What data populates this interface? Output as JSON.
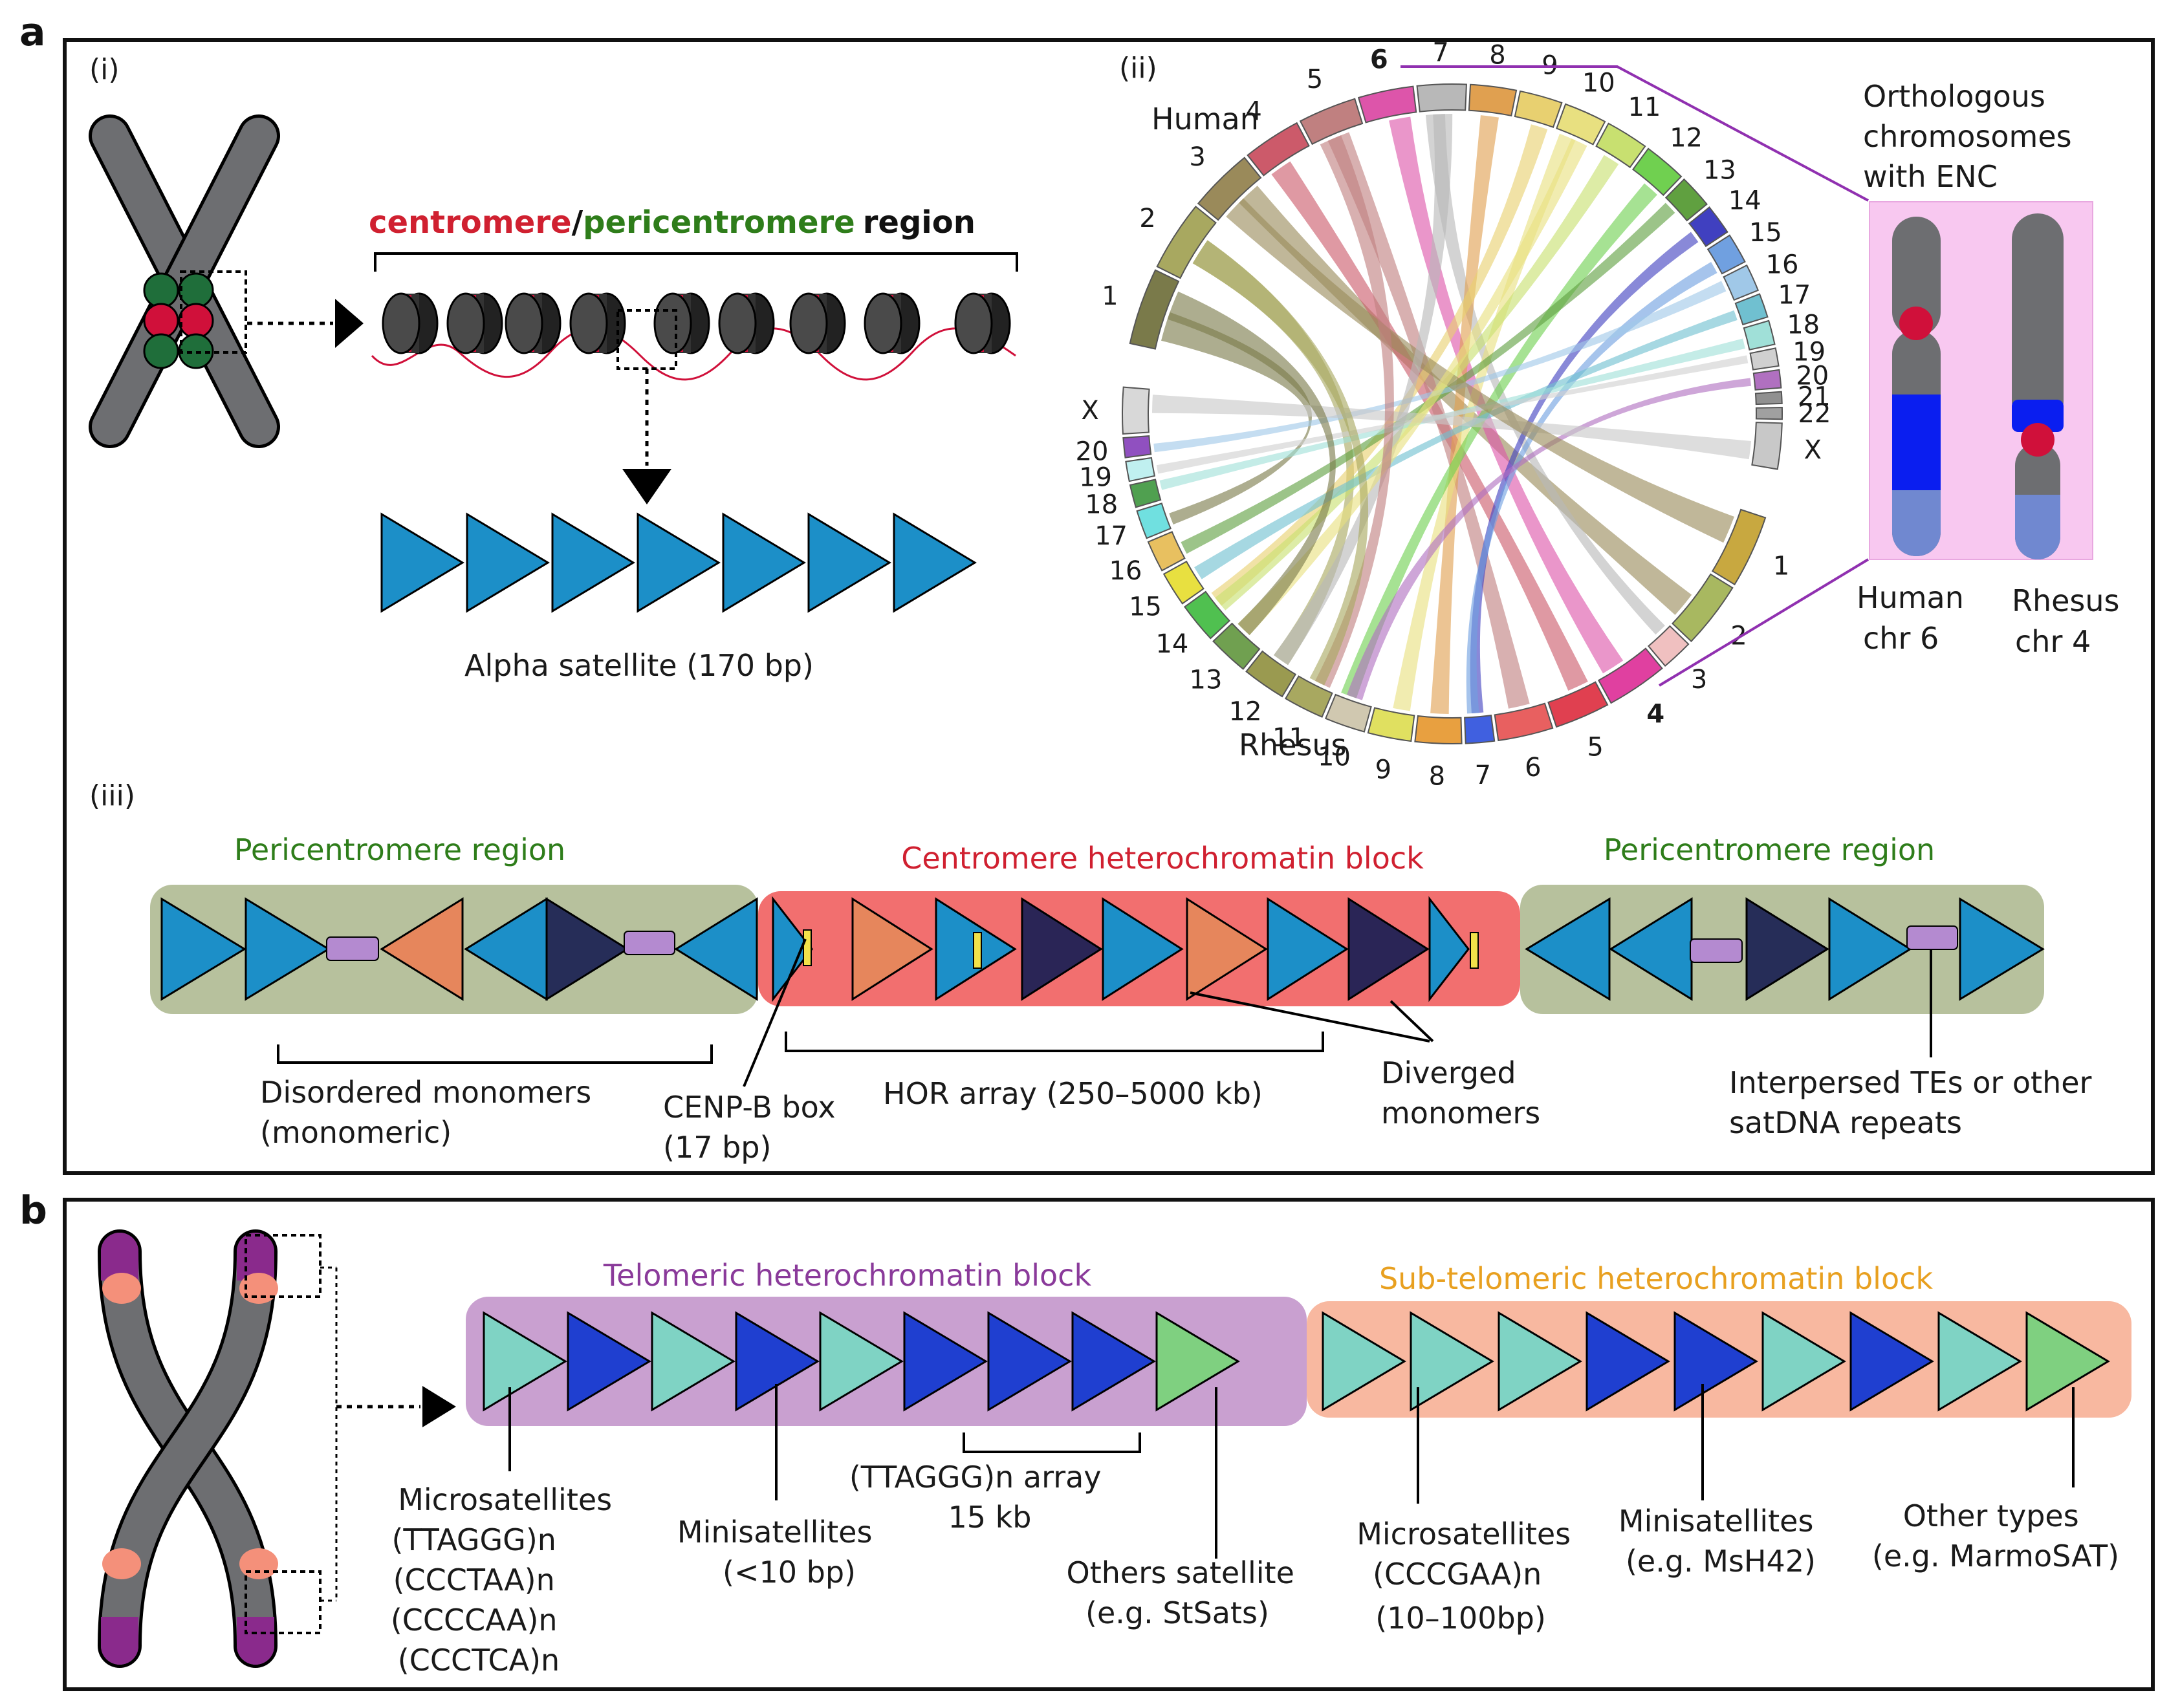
{
  "panel_a": {
    "letter": "a",
    "sub_i": "(i)",
    "sub_ii": "(ii)",
    "sub_iii": "(iii)",
    "region_centromere": "centromere",
    "region_slash": "/",
    "region_pericentromere": "pericentromere",
    "region_word": "region",
    "alpha_caption": "Alpha satellite (170 bp)",
    "circos": {
      "human_label": "Human",
      "rhesus_label": "Rhesus",
      "human_chromosomes": [
        "1",
        "2",
        "3",
        "4",
        "5",
        "6",
        "7",
        "8",
        "9",
        "10",
        "11",
        "12",
        "13",
        "14",
        "15",
        "16",
        "17",
        "18",
        "19",
        "20",
        "21",
        "22",
        "X"
      ],
      "rhesus_chromosomes": [
        "1",
        "2",
        "3",
        "4",
        "5",
        "6",
        "7",
        "8",
        "9",
        "10",
        "11",
        "12",
        "13",
        "14",
        "15",
        "16",
        "17",
        "18",
        "19",
        "20",
        "X"
      ],
      "colors": [
        "#7a7a4a",
        "#a8a860",
        "#9a8a5a",
        "#cc5a6a",
        "#c08080",
        "#dd55aa",
        "#b8b8b8",
        "#e0a050",
        "#e8d070",
        "#e8e080",
        "#c8e070",
        "#70d050",
        "#60a040",
        "#4040c0",
        "#70a0e0",
        "#a0c8e8",
        "#70c0d0",
        "#a0e0d8",
        "#d0d0d0",
        "#b070c0",
        "#909090",
        "#a0a0a0",
        "#c8c8c8"
      ]
    },
    "ortho": {
      "title_lines": [
        "Orthologous",
        "chromosomes",
        "with ENC"
      ],
      "human_lines": [
        "Human",
        "chr 6"
      ],
      "rhesus_lines": [
        "Rhesus",
        "chr 4"
      ]
    },
    "peri_left_title": "Pericentromere region",
    "centromere_title": "Centromere heterochromatin block",
    "peri_right_title": "Pericentromere region",
    "disordered_lines": [
      "Disordered monomers",
      "(monomeric)"
    ],
    "cenpb_lines": [
      "CENP-B box",
      "(17 bp)"
    ],
    "hor_label": "HOR array (250–5000 kb)",
    "diverged_lines": [
      "Diverged",
      "monomers"
    ],
    "interspersed_lines": [
      "Interpersed TEs or other",
      "satDNA repeats"
    ]
  },
  "panel_b": {
    "letter": "b",
    "telo_title": "Telomeric heterochromatin block",
    "subtelo_title": "Sub-telomeric heterochromatin block",
    "micro_lines": [
      "Microsatellites",
      "(TTAGGG)n",
      "(CCCTAA)n",
      "(CCCCAA)n",
      "(CCCTCA)n"
    ],
    "mini_lines": [
      "Minisatellites",
      "(<10 bp)"
    ],
    "ttaggg_lines": [
      "(TTAGGG)n array",
      "15 kb"
    ],
    "others_lines": [
      "Others satellite",
      "(e.g. StSats)"
    ],
    "micro2_lines": [
      "Microsatellites",
      "(CCCGAA)n",
      "(10–100bp)"
    ],
    "mini2_lines": [
      "Minisatellites",
      "(e.g. MsH42)"
    ],
    "other_types_lines": [
      "Other types",
      "(e.g. MarmoSAT)"
    ]
  },
  "colors": {
    "chromosome": "#6d6e71",
    "centromere_red": "#d0103a",
    "peri_green": "#1f6e3a",
    "monomer_blue": "#1c8fc8",
    "monomer_orange": "#e6865c",
    "monomer_dark": "#262d58",
    "monomer_navy": "#2a2556",
    "te_purple": "#b48ad0",
    "cenpb_yellow": "#f2e24a",
    "peri_box": "#b7c19d",
    "cen_box": "#f26f6f",
    "telo_box": "#c9a0d0",
    "subtelo_box": "#f8b8a0",
    "teal_tri": "#7fd3c4",
    "blue_tri": "#1f3fd0",
    "green_tri": "#7fd080",
    "telomere_purple": "#8a2a8c",
    "telomere_orange": "#f4907a",
    "green_text": "#2e7d1a",
    "red_text": "#d02030",
    "orange_text": "#e8a020",
    "purple_text": "#8a3a9a",
    "ortho_bg": "#f8c8f0",
    "ortho_line": "#9030b0",
    "enc_blue": "#0a1ef0",
    "enc_lightblue": "#7088d0"
  }
}
